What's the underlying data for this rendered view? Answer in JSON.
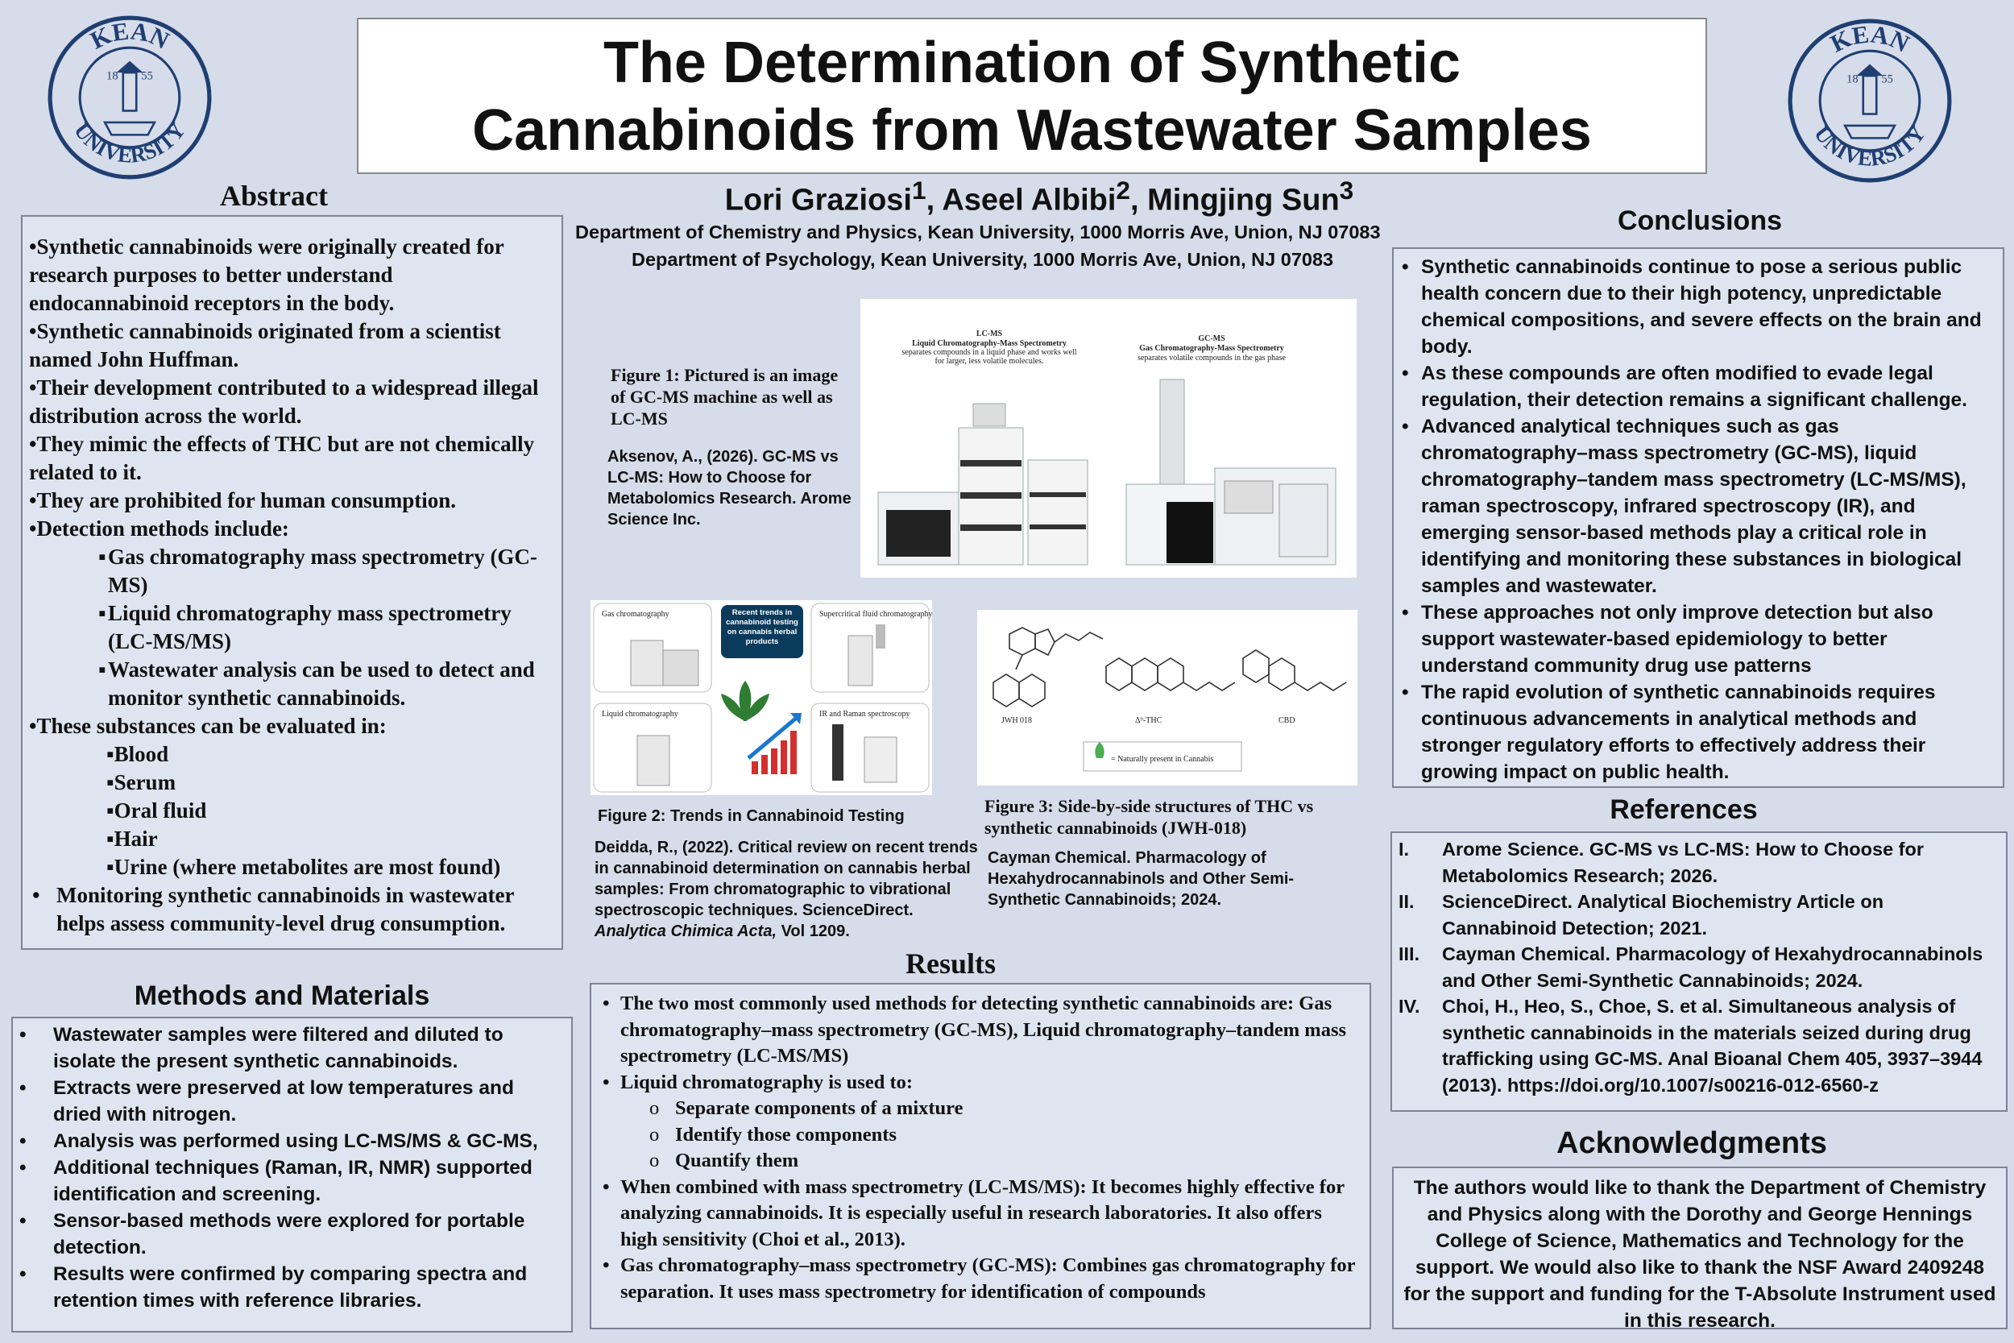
{
  "logo": {
    "line1": "KEAN",
    "line2": "UNIVERSITY",
    "year_left": "18",
    "year_right": "55"
  },
  "title": {
    "line1": "The Determination of Synthetic",
    "line2": "Cannabinoids from Wastewater Samples"
  },
  "authors": {
    "names": [
      {
        "name": "Lori Graziosi",
        "sup": "1"
      },
      {
        "name": "Aseel Albibi",
        "sup": "2"
      },
      {
        "name": "Mingjing Sun",
        "sup": "3"
      }
    ],
    "affiliation1": "Department of Chemistry and Physics, Kean University, 1000 Morris Ave, Union, NJ 07083",
    "affiliation2": "Department of Psychology, Kean University, 1000 Morris Ave, Union, NJ 07083"
  },
  "abstract": {
    "heading": "Abstract",
    "items": [
      "•Synthetic cannabinoids were originally created for research purposes to better understand endocannabinoid receptors in the body.",
      "•Synthetic cannabinoids originated from a scientist named John Huffman.",
      "•Their development contributed to a widespread illegal distribution across the world.",
      "•They mimic the effects of THC but are not chemically related to it.",
      "•They are prohibited for human consumption.",
      "•Detection methods include:"
    ],
    "detection_methods": [
      "Gas chromatography mass spectrometry (GC-MS)",
      "Liquid chromatography mass spectrometry (LC-MS/MS)",
      "Wastewater analysis can be used to detect and monitor synthetic cannabinoids."
    ],
    "evaluated_intro": "•These substances can be evaluated in:",
    "evaluated_items": [
      "Blood",
      "Serum",
      "Oral fluid",
      "Hair",
      "Urine (where metabolites are most found)"
    ],
    "monitoring": "Monitoring synthetic cannabinoids in wastewater helps assess community-level drug consumption."
  },
  "methods": {
    "heading": "Methods and Materials",
    "items": [
      "Wastewater samples were filtered and diluted to isolate the present synthetic cannabinoids.",
      "Extracts were preserved at low temperatures and dried with nitrogen.",
      "Analysis was performed using LC-MS/MS & GC-MS,",
      "Additional techniques (Raman, IR, NMR) supported identification and screening.",
      "Sensor-based methods were explored for portable detection.",
      "Results were confirmed by comparing spectra and retention times with reference libraries."
    ]
  },
  "figure1": {
    "caption": "Figure 1: Pictured is an image of GC-MS machine as well as LC-MS",
    "citation": "Aksenov, A., (2026). GC-MS vs LC-MS: How to Choose for Metabolomics Research. Arome Science Inc.",
    "lc_title": "LC-MS",
    "lc_subtitle": "Liquid Chromatography-Mass Spectrometry",
    "lc_desc1": "separates compounds in a liquid phase and works well",
    "lc_desc2": "for larger, less volatile molecules.",
    "gc_title": "GC-MS",
    "gc_subtitle": "Gas Chromatography-Mass Spectrometry",
    "gc_desc": "separates volatile compounds in the gas phase"
  },
  "figure2": {
    "caption": "Figure 2: Trends in Cannabinoid Testing",
    "citation_pre": "Deidda, R., (2022). Critical review on recent trends in cannabinoid determination on cannabis herbal samples: From chromatographic to vibrational spectroscopic techniques. ScienceDirect. ",
    "citation_journal": "Analytica Chimica Acta,",
    "citation_post": " Vol 1209.",
    "center_label": "Recent trends in cannabinoid testing on cannabis herbal products",
    "panel_gas": "Gas chromatography",
    "panel_sfc": "Supercritical fluid chromatography",
    "panel_liquid": "Liquid chromatography",
    "panel_ir": "IR and Raman spectroscopy"
  },
  "figure3": {
    "caption": "Figure 3: Side-by-side structures of THC vs synthetic cannabinoids (JWH-018)",
    "citation": "Cayman Chemical. Pharmacology of Hexahydrocannabinols and Other Semi-Synthetic Cannabinoids; 2024.",
    "label_jwh": "JWH 018",
    "label_thc": "Δ⁹-THC",
    "label_cbd": "CBD",
    "legend": "= Naturally present in Cannabis"
  },
  "results": {
    "heading": "Results",
    "items": [
      {
        "text": "The two most commonly used methods for detecting synthetic cannabinoids are: Gas chromatography–mass spectrometry (GC-MS), Liquid chromatography–tandem mass spectrometry (LC-MS/MS)",
        "sub": false
      },
      {
        "text": "  Liquid chromatography is used to:",
        "sub": false
      },
      {
        "text": "Separate components of a mixture",
        "sub": true
      },
      {
        "text": "Identify those components",
        "sub": true
      },
      {
        "text": "Quantify them",
        "sub": true
      },
      {
        "text": "When combined with mass spectrometry (LC-MS/MS): It becomes highly effective for analyzing cannabinoids. It is especially useful in research laboratories. It also offers high sensitivity (Choi et al., 2013).",
        "sub": false
      },
      {
        "text": "Gas chromatography–mass spectrometry (GC-MS): Combines gas chromatography for separation. It uses mass spectrometry for identification of compounds",
        "sub": false
      }
    ]
  },
  "conclusions": {
    "heading": "Conclusions",
    "items": [
      "Synthetic cannabinoids continue to pose a serious public health concern due to their high potency, unpredictable chemical compositions, and severe effects on the brain and body.",
      "As these compounds are often modified to evade legal regulation, their detection remains a significant challenge.",
      " Advanced analytical techniques such as gas chromatography–mass spectrometry (GC-MS), liquid chromatography–tandem mass spectrometry (LC-MS/MS), raman spectroscopy, infrared spectroscopy (IR), and emerging sensor-based methods play a critical role in identifying and monitoring these substances in biological samples and wastewater.",
      " These approaches not only improve detection but also support wastewater-based epidemiology to better understand community drug use patterns",
      " The rapid evolution of synthetic cannabinoids requires continuous advancements in analytical methods and stronger regulatory efforts to effectively address their growing impact on public health."
    ]
  },
  "references": {
    "heading": "References",
    "items": [
      {
        "num": "I.",
        "text": "Arome Science. GC-MS vs LC-MS: How to Choose for Metabolomics Research; 2026."
      },
      {
        "num": "II.",
        "text": "ScienceDirect. Analytical Biochemistry Article on Cannabinoid Detection; 2021."
      },
      {
        "num": "III.",
        "text": "Cayman Chemical. Pharmacology of Hexahydrocannabinols and Other Semi-Synthetic Cannabinoids; 2024."
      },
      {
        "num": "IV.",
        "text": "Choi, H., Heo, S., Choe, S. et al. Simultaneous analysis of synthetic cannabinoids in the materials seized during drug trafficking using GC-MS. Anal  Bioanal Chem 405, 3937–3944 (2013). https://doi.org/10.1007/s00216-012-6560-z"
      }
    ]
  },
  "acknowledgments": {
    "heading": "Acknowledgments",
    "text": "The authors would like to thank the Department of Chemistry and Physics along with the Dorothy and George Hennings College of Science, Mathematics and Technology for the support. We would also like to thank the NSF Award 2409248 for the support and funding for the T-Absolute Instrument used in this research."
  },
  "colors": {
    "background": "#d6dce9",
    "box": "#dfe5f0",
    "border": "#7c8596",
    "logo_blue": "#1f3f73",
    "center_label_bg": "#0b3b5c"
  }
}
